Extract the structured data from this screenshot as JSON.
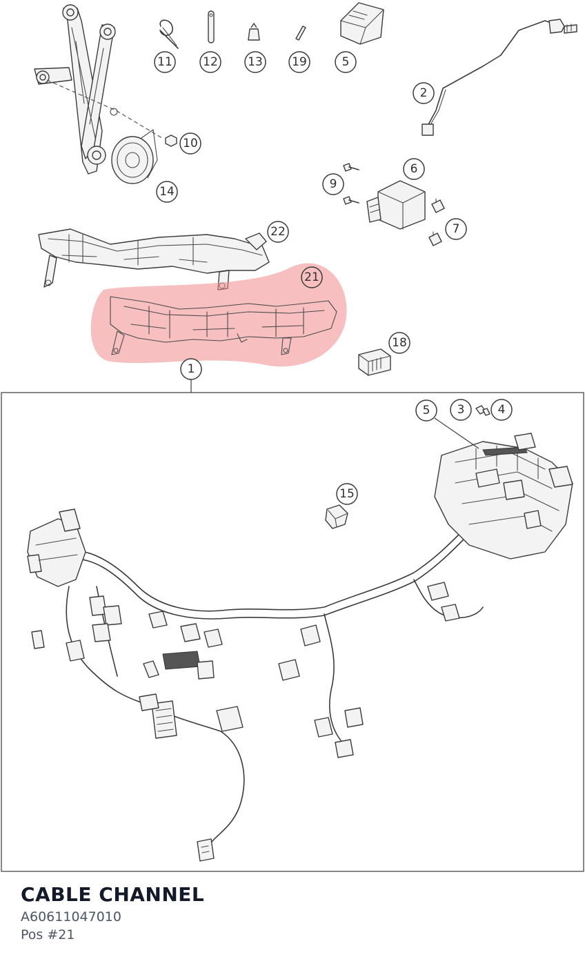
{
  "callouts": {
    "c11": "11",
    "c12": "12",
    "c13": "13",
    "c19": "19",
    "c5a": "5",
    "c2": "2",
    "c10": "10",
    "c14": "14",
    "c6": "6",
    "c9": "9",
    "c7": "7",
    "c22": "22",
    "c21": "21",
    "c18": "18",
    "c1": "1",
    "c5b": "5",
    "c3": "3",
    "c4": "4",
    "c15": "15"
  },
  "part": {
    "title": "CABLE CHANNEL",
    "number": "A60611047010",
    "position": "Pos #21"
  },
  "colors": {
    "highlight": "#f08a8a",
    "line": "#3a3a3a",
    "title": "#141a2a",
    "subtext": "#4b5563"
  }
}
